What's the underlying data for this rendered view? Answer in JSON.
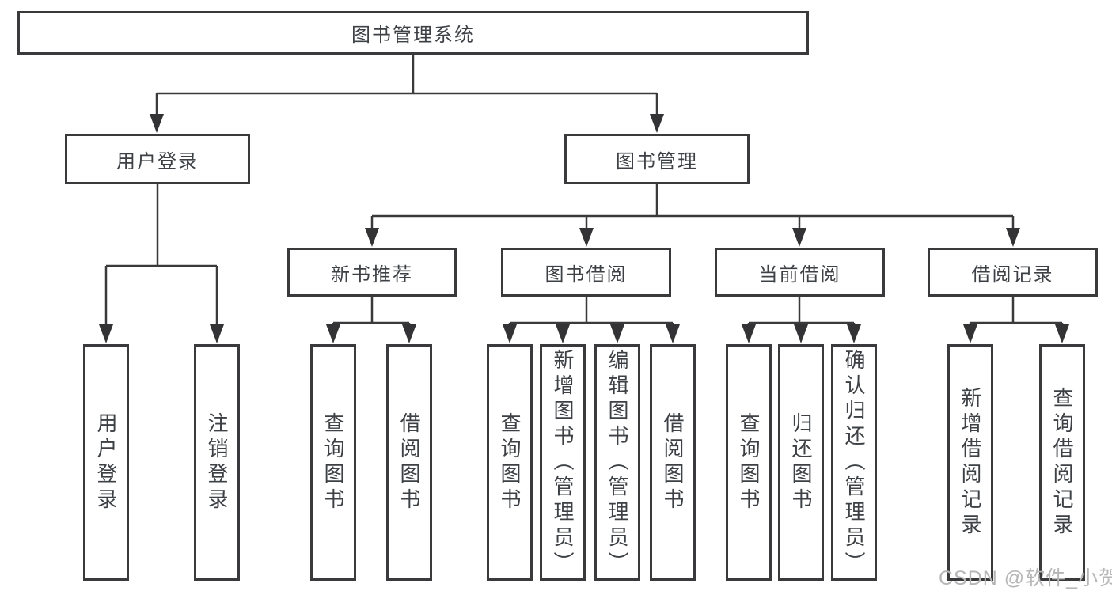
{
  "diagram": {
    "title": "图书管理系统",
    "watermark": "CSDN @软件_小贺同学",
    "colors": {
      "line": "#3a3a3c",
      "box_border": "#3a3a3c",
      "text": "#3d4145",
      "watermark": "#b6b6b6",
      "background": "#ffffff"
    },
    "nodes": {
      "root": "图书管理系统",
      "level2": [
        "用户登录",
        "图书管理"
      ],
      "level3": [
        "新书推荐",
        "图书借阅",
        "当前借阅",
        "借阅记录"
      ],
      "leaves": {
        "user": [
          "用户登录",
          "注销登录"
        ],
        "recommend": [
          "查询图书",
          "借阅图书"
        ],
        "borrow": [
          "查询图书",
          "新增图书（管理员）",
          "编辑图书（管理员）",
          "借阅图书"
        ],
        "current": [
          "查询图书",
          "归还图书",
          "确认归还（管理员）"
        ],
        "records": [
          "新增借阅记录",
          "查询借阅记录"
        ]
      }
    }
  }
}
